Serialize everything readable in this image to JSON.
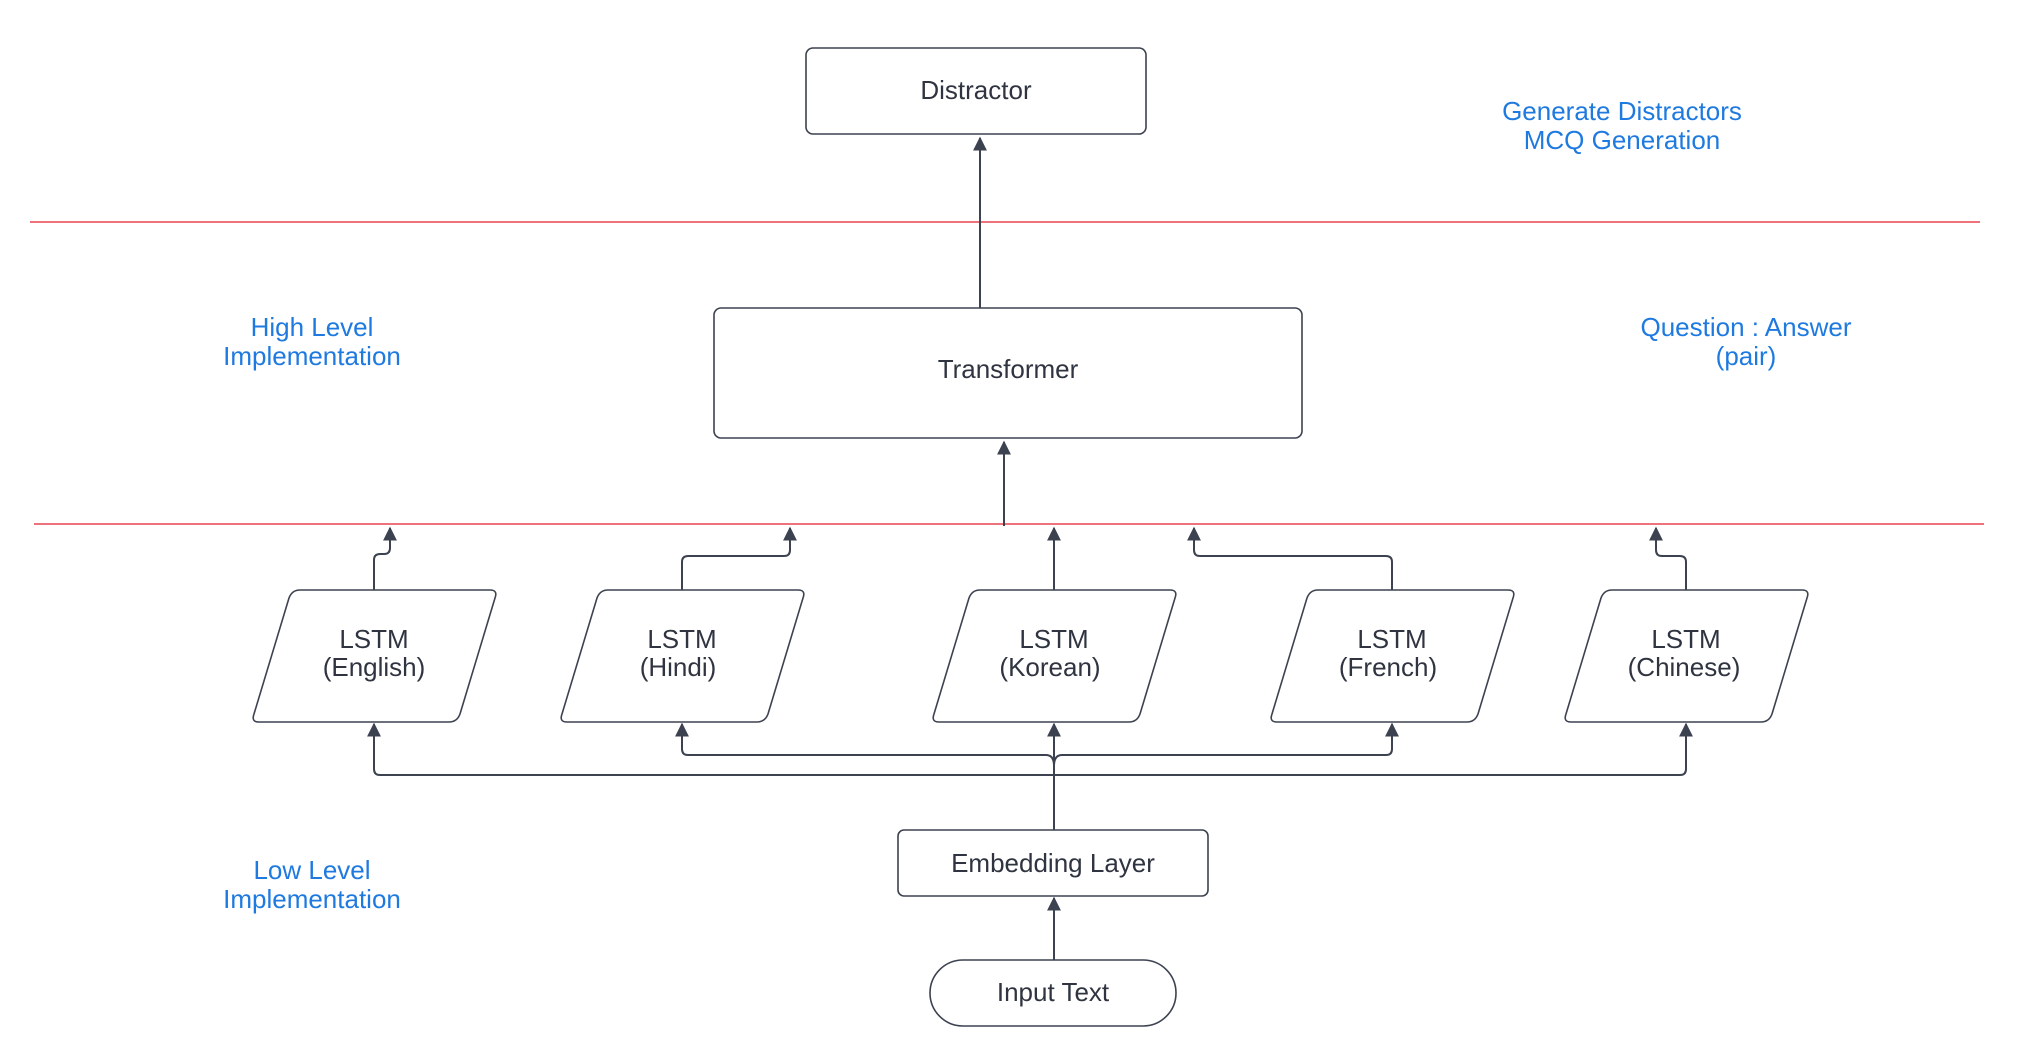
{
  "annotations": {
    "top_right_line1": "Generate Distractors",
    "top_right_line2": "MCQ Generation",
    "mid_left_line1": "High Level",
    "mid_left_line2": "Implementation",
    "mid_right_line1": "Question : Answer",
    "mid_right_line2": "(pair)",
    "low_left_line1": "Low Level",
    "low_left_line2": "Implementation"
  },
  "nodes": {
    "distractor": "Distractor",
    "transformer": "Transformer",
    "embedding": "Embedding Layer",
    "input": "Input Text",
    "lstm_label": "LSTM",
    "lstm_langs": [
      "(English)",
      "(Hindi)",
      "(Korean)",
      "(French)",
      "(Chinese)"
    ]
  },
  "colors": {
    "separator": "#e8444e",
    "annotation": "#1f7ae0",
    "node_stroke": "#3c4250"
  }
}
